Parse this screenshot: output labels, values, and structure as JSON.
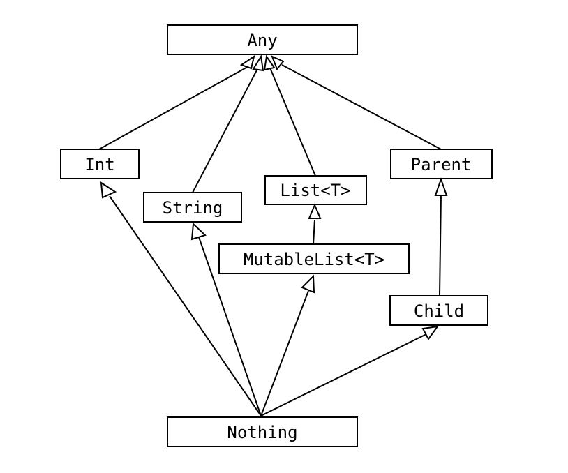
{
  "diagram": {
    "nodes": [
      {
        "id": "any",
        "label": "Any"
      },
      {
        "id": "int",
        "label": "Int"
      },
      {
        "id": "string",
        "label": "String"
      },
      {
        "id": "list",
        "label": "List<T>"
      },
      {
        "id": "parent",
        "label": "Parent"
      },
      {
        "id": "mutablelist",
        "label": "MutableList<T>"
      },
      {
        "id": "child",
        "label": "Child"
      },
      {
        "id": "nothing",
        "label": "Nothing"
      }
    ],
    "edges": [
      {
        "from": "int",
        "to": "any",
        "arrow": "hollow-triangle"
      },
      {
        "from": "string",
        "to": "any",
        "arrow": "hollow-triangle"
      },
      {
        "from": "list",
        "to": "any",
        "arrow": "hollow-triangle"
      },
      {
        "from": "parent",
        "to": "any",
        "arrow": "hollow-triangle"
      },
      {
        "from": "mutablelist",
        "to": "list",
        "arrow": "hollow-triangle"
      },
      {
        "from": "child",
        "to": "parent",
        "arrow": "hollow-triangle"
      },
      {
        "from": "nothing",
        "to": "int",
        "arrow": "hollow-triangle"
      },
      {
        "from": "nothing",
        "to": "string",
        "arrow": "hollow-triangle"
      },
      {
        "from": "nothing",
        "to": "mutablelist",
        "arrow": "hollow-triangle"
      },
      {
        "from": "nothing",
        "to": "child",
        "arrow": "hollow-triangle"
      }
    ],
    "colors": {
      "line": "#000000",
      "box_fill": "#ffffff",
      "background": "#ffffff"
    }
  }
}
